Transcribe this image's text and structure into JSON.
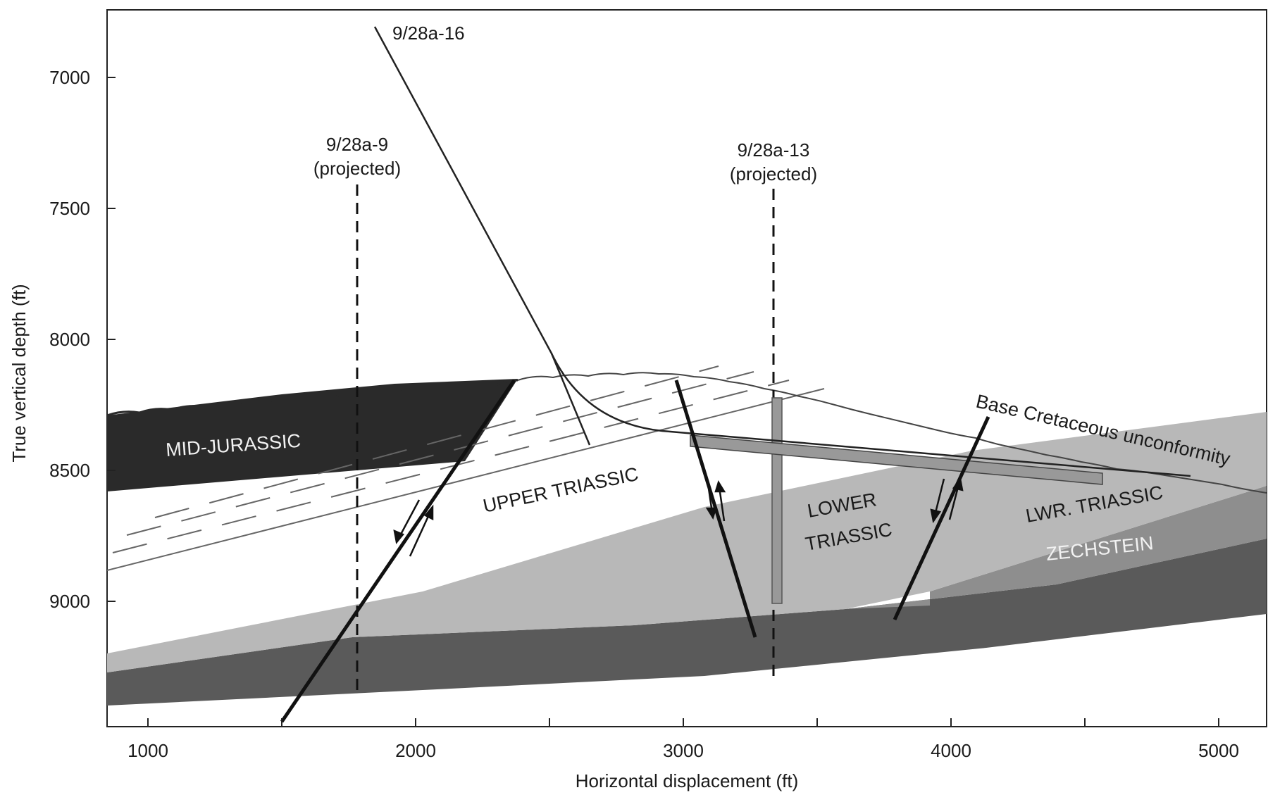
{
  "figure": {
    "x_axis": {
      "title": "Horizontal displacement (ft)",
      "ticks": [
        "1000",
        "2000",
        "3000",
        "4000",
        "5000"
      ]
    },
    "y_axis": {
      "title": "True vertical depth (ft)",
      "ticks": [
        "7000",
        "7500",
        "8000",
        "8500",
        "9000"
      ]
    },
    "wells": [
      {
        "name": "9/28a-16",
        "note": ""
      },
      {
        "name": "9/28a-9",
        "note": "(projected)"
      },
      {
        "name": "9/28a-13",
        "note": "(projected)"
      }
    ],
    "units": {
      "mid_jurassic": "MID-JURASSIC",
      "upper_triassic": "UPPER TRIASSIC",
      "lower_triassic_1": "LOWER",
      "lower_triassic_2": "TRIASSIC",
      "lwr_triassic": "LWR. TRIASSIC",
      "zechstein": "ZECHSTEIN"
    },
    "unconformity_label": "Base Cretaceous unconformity",
    "colors": {
      "mid_jurassic": "#2a2a2a",
      "lower_triassic": "#b8b8b8",
      "lwr_triassic": "#8e8e8e",
      "zechstein": "#5a5a5a",
      "fault": "#111111"
    }
  }
}
